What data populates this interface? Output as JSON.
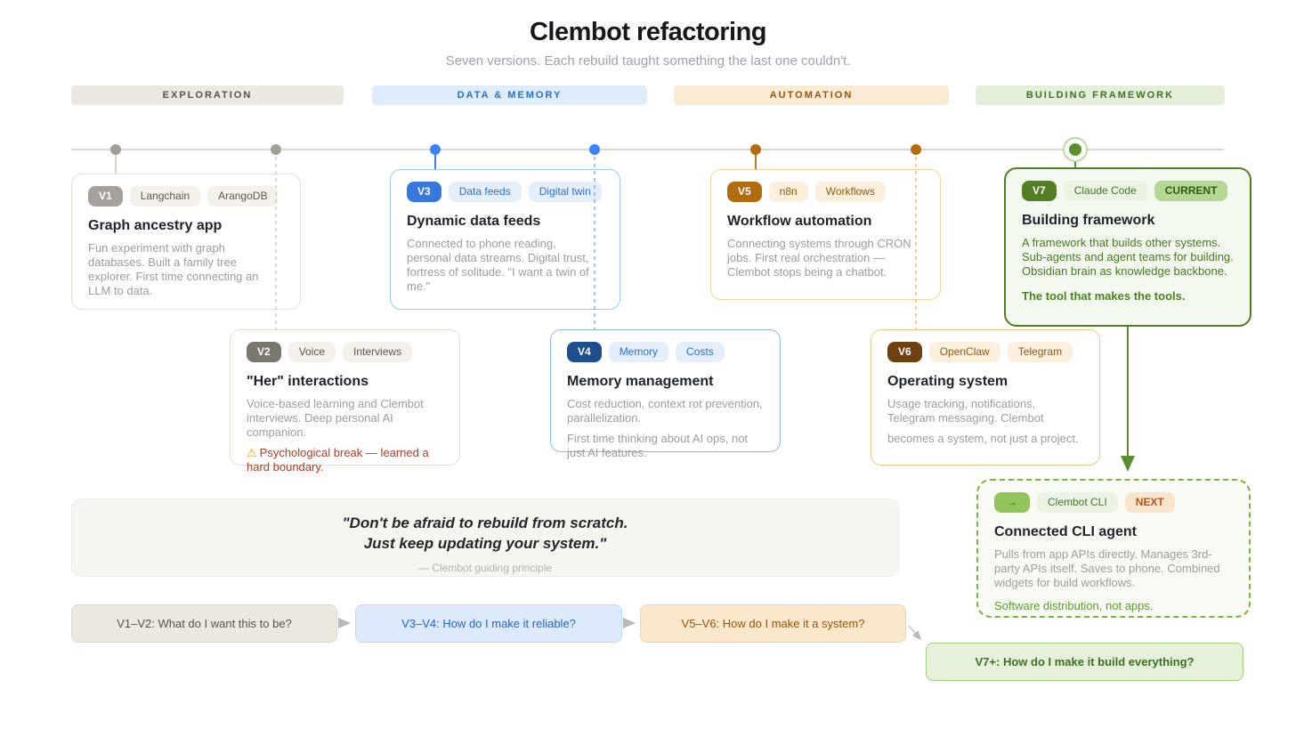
{
  "header": {
    "title": "Clembot refactoring",
    "subtitle": "Seven versions. Each rebuild taught something the last one couldn't."
  },
  "phases": [
    {
      "label": "EXPLORATION"
    },
    {
      "label": "DATA & MEMORY"
    },
    {
      "label": "AUTOMATION"
    },
    {
      "label": "BUILDING FRAMEWORK"
    }
  ],
  "cards": {
    "v1": {
      "badge": "V1",
      "tags": [
        "Langchain",
        "ArangoDB"
      ],
      "title": "Graph ancestry app",
      "body": "Fun experiment with graph databases. Built a family tree explorer. First time connecting an LLM to data."
    },
    "v2": {
      "badge": "V2",
      "tags": [
        "Voice",
        "Interviews"
      ],
      "title": "\"Her\" interactions",
      "body": "Voice-based learning and Clembot interviews. Deep personal AI companion.",
      "warning_icon": "⚠",
      "warning": "Psychological break — learned a hard boundary."
    },
    "v3": {
      "badge": "V3",
      "tags": [
        "Data feeds",
        "Digital twin"
      ],
      "title": "Dynamic data feeds",
      "body": "Connected to phone reading, personal data streams. Digital trust, fortress of solitude. \"I want a twin of me.\""
    },
    "v4": {
      "badge": "V4",
      "tags": [
        "Memory",
        "Costs"
      ],
      "title": "Memory management",
      "body": "Cost reduction, context rot prevention, parallelization.",
      "body2": "First time thinking about AI ops, not just AI features."
    },
    "v5": {
      "badge": "V5",
      "tags": [
        "n8n",
        "Workflows"
      ],
      "title": "Workflow automation",
      "body": "Connecting systems through CRON jobs. First real orchestration — Clembot stops being a chatbot."
    },
    "v6": {
      "badge": "V6",
      "tags": [
        "OpenClaw",
        "Telegram"
      ],
      "title": "Operating system",
      "body": "Usage tracking, notifications, Telegram messaging. Clembot",
      "body2": "becomes a system, not just a project."
    },
    "v7": {
      "badge": "V7",
      "tags": [
        "Claude Code"
      ],
      "status": "CURRENT",
      "title": "Building framework",
      "body": "A framework that builds other systems. Sub-agents and agent teams for building. Obsidian brain as knowledge backbone.",
      "highlight": "The tool that makes the tools."
    },
    "cli": {
      "badge": "→",
      "tags": [
        "Clembot CLI"
      ],
      "status": "NEXT",
      "title": "Connected CLI agent",
      "body": "Pulls from app APIs directly. Manages 3rd-party APIs itself. Saves to phone. Combined widgets for build workflows.",
      "highlight": "Software distribution, not apps."
    }
  },
  "quote": {
    "line1": "\"Don't be afraid to rebuild from scratch.",
    "line2": "Just keep updating your system.\"",
    "attribution": "— Clembot guiding principle"
  },
  "questions": [
    "V1–V2: What do I want this to be?",
    "V3–V4: How do I make it reliable?",
    "V5–V6: How do I make it a system?",
    "V7+: How do I make it build everything?"
  ],
  "colors": {
    "exploration_accent": "#a39f98",
    "data_memory_accent": "#3b82f6",
    "automation_accent": "#b36b0d",
    "building_framework_accent": "#5b8f2d",
    "warning_text": "#a93f2a",
    "timeline_line": "#d9d6d2"
  }
}
